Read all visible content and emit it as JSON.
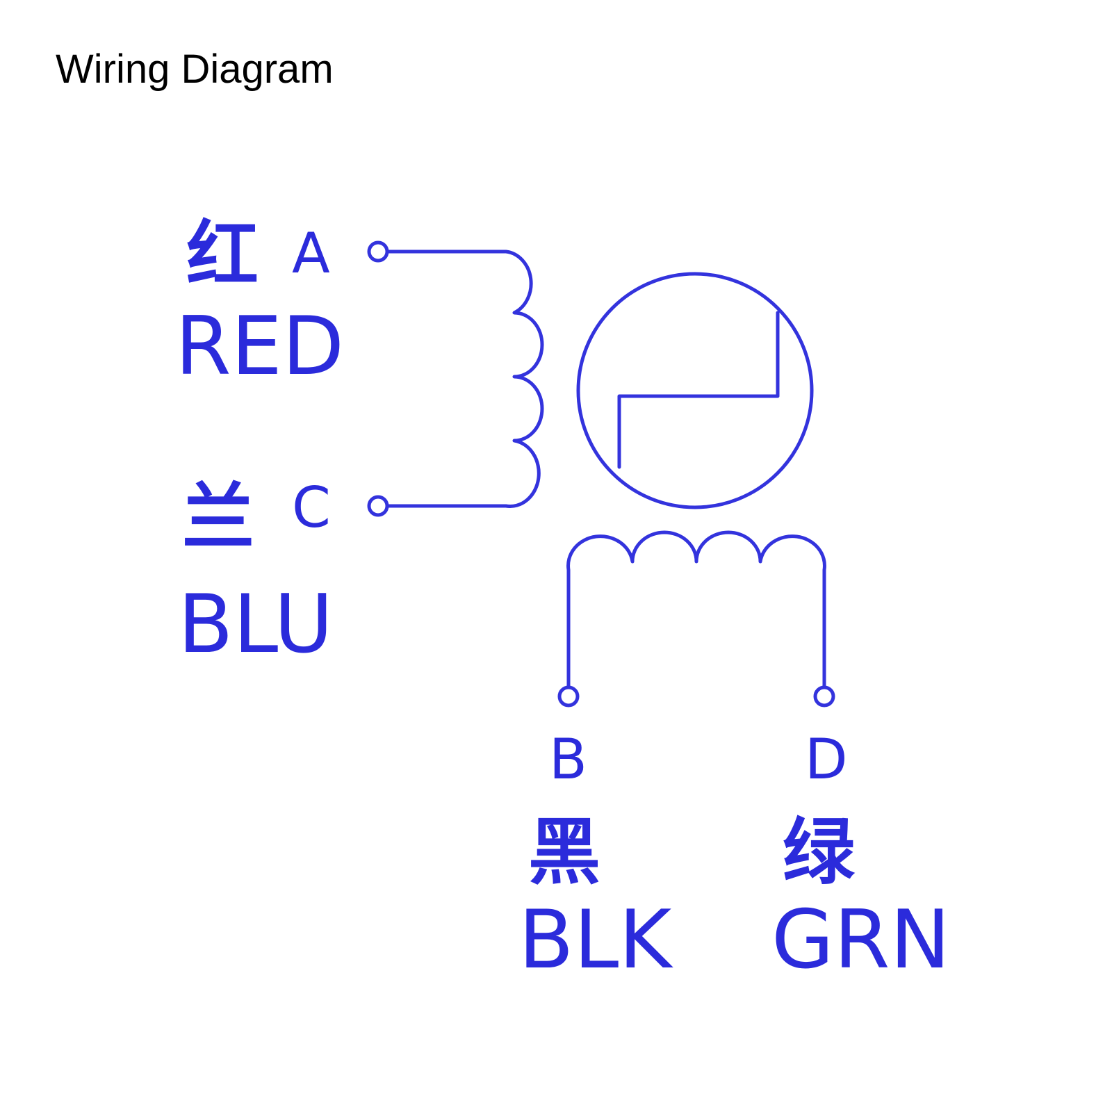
{
  "title": "Wiring Diagram",
  "colors": {
    "line": "#3333dd",
    "text": "#2b2bdb",
    "title": "#000000",
    "background": "#ffffff"
  },
  "terminals": {
    "a": {
      "letter": "A",
      "cn": "红",
      "en": "RED"
    },
    "c": {
      "letter": "C",
      "cn": "兰",
      "en": "BLU"
    },
    "b": {
      "letter": "B",
      "cn": "黑",
      "en": "BLK"
    },
    "d": {
      "letter": "D",
      "cn": "绿",
      "en": "GRN"
    }
  }
}
